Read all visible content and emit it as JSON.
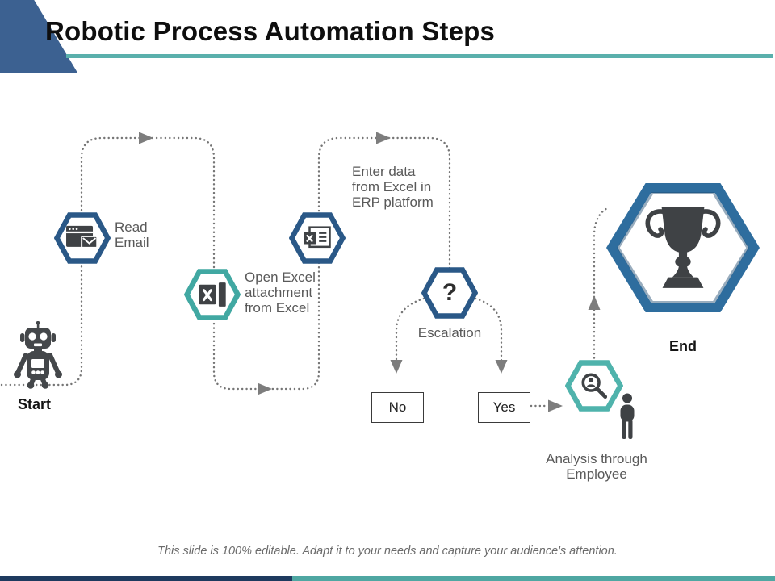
{
  "title": "Robotic Process Automation Steps",
  "footer": "This slide is 100% editable. Adapt it to your needs and capture your audience's attention.",
  "nodes": {
    "start": {
      "label": "Start",
      "icon": "robot-icon"
    },
    "read_email": {
      "lines": [
        "Read",
        "Email"
      ],
      "icon": "browser-mail-icon"
    },
    "open_excel": {
      "lines": [
        "Open Excel",
        "attachment",
        "from Excel"
      ],
      "icon": "excel-icon"
    },
    "enter_data": {
      "lines": [
        "Enter data",
        "from Excel in",
        "ERP platform"
      ],
      "icon": "excel-document-icon"
    },
    "escalation": {
      "label": "Escalation",
      "symbol": "?"
    },
    "decision_no": {
      "label": "No"
    },
    "decision_yes": {
      "label": "Yes"
    },
    "analysis": {
      "lines": [
        "Analysis through",
        "Employee"
      ],
      "icon": "magnifier-person-icon",
      "side_icon": "person-icon"
    },
    "end": {
      "label": "End",
      "icon": "trophy-icon"
    }
  },
  "colors": {
    "hex_blue": "#2a5887",
    "hex_blue_large": "#2e6d9e",
    "hex_teal": "#41a8a2",
    "corner_triangle_blue": "#3c6191",
    "title_underline_teal": "#5ab0ac",
    "icon_dark_gray": "#3f4245",
    "label_gray": "#595959",
    "connector_gray": "#757575",
    "bottom_bar_navy": "#1e3a5f",
    "bottom_bar_teal": "#4fa7a2"
  }
}
